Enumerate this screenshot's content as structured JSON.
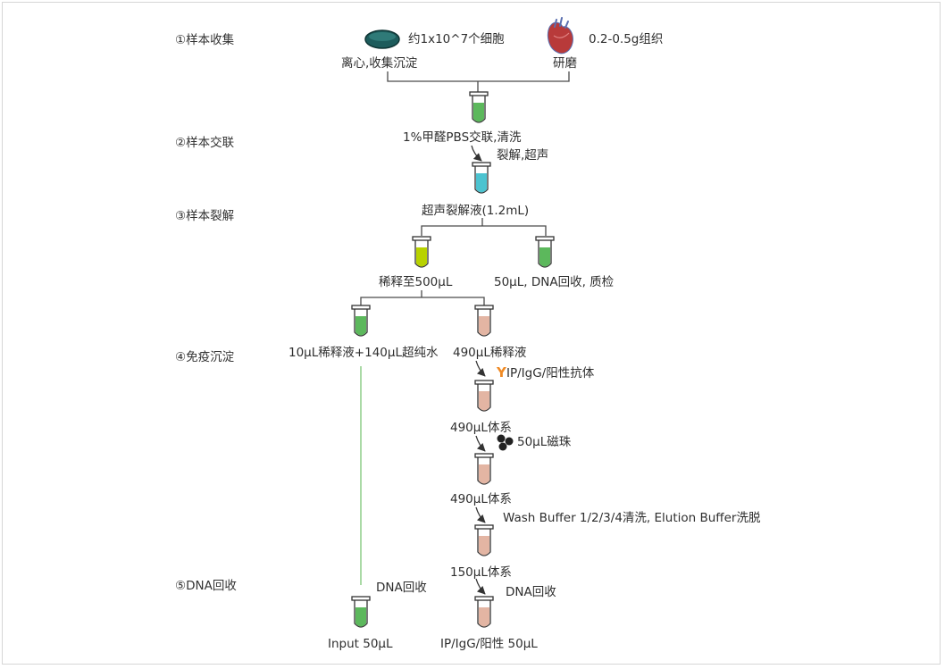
{
  "colors": {
    "line": "#4a4a4a",
    "green_tube": "#5cb85c",
    "cyan_tube": "#4cc3d0",
    "lime_tube": "#b8d200",
    "pink_tube": "#e3b5a3",
    "input_line": "#7cc576",
    "antibody": "#f08a24",
    "bead": "#222222",
    "dish": "#1d5c5c"
  },
  "steps": [
    {
      "id": "s1",
      "label": "①样本收集"
    },
    {
      "id": "s2",
      "label": "②样本交联"
    },
    {
      "id": "s3",
      "label": "③样本裂解"
    },
    {
      "id": "s4",
      "label": "④免疫沉淀"
    },
    {
      "id": "s5",
      "label": "⑤DNA回收"
    }
  ],
  "labels": {
    "cells_count": "约1x10^7个细胞",
    "tissue_amount": "0.2-0.5g组织",
    "centrifuge": "离心,收集沉淀",
    "grind": "研磨",
    "crosslink": "1%甲醛PBS交联,清洗",
    "lyse_sonicate": "裂解,超声",
    "sonication_lysate": "超声裂解液(1.2mL)",
    "dilute": "稀释至500μL",
    "qc": "50μL, DNA回收, 质检",
    "input_mix": "10μL稀释液+140μL超纯水",
    "ip_diluent": "490μL稀释液",
    "antibody": "IP/IgG/阳性抗体",
    "system1": "490μL体系",
    "beads": "50μL磁珠",
    "system2": "490μL体系",
    "wash": "Wash Buffer 1/2/3/4清洗, Elution Buffer洗脱",
    "system3": "150μL体系",
    "dna_recovery_left": "DNA回收",
    "dna_recovery_right": "DNA回收",
    "input_final": "Input 50μL",
    "ip_final": "IP/IgG/阳性  50μL"
  }
}
